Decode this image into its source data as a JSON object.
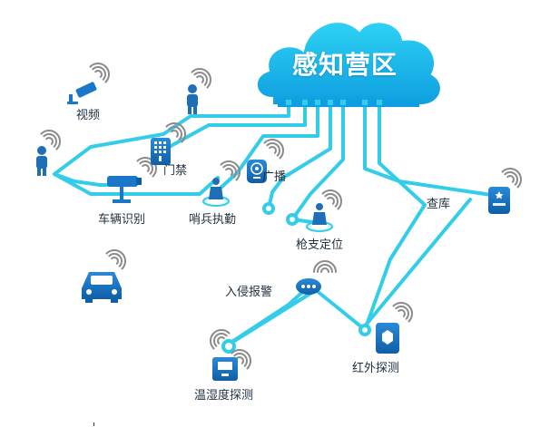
{
  "title": "感知营区",
  "colors": {
    "line": "#33cdea",
    "cloud_top": "#2ed2f4",
    "cloud_bottom": "#0e9fe0",
    "device": "#1b78c9",
    "device_dark": "#0f5ea6",
    "person": "#1e6fb8",
    "wifi": "#8a8a8a",
    "label": "#1f2f3f"
  },
  "nodes": [
    {
      "key": "video",
      "label": "视频",
      "icon": "camera-icon"
    },
    {
      "key": "access",
      "label": "门禁",
      "icon": "keypad-icon"
    },
    {
      "key": "broadcast",
      "label": "广播",
      "icon": "speaker-icon"
    },
    {
      "key": "vehicle_id",
      "label": "车辆识别",
      "icon": "lpr-camera-icon"
    },
    {
      "key": "sentry",
      "label": "哨兵执勤",
      "icon": "sentry-icon"
    },
    {
      "key": "gun",
      "label": "枪支定位",
      "icon": "soldier-icon"
    },
    {
      "key": "armory",
      "label": "查库",
      "icon": "armory-tag-icon"
    },
    {
      "key": "intrusion",
      "label": "入侵报警",
      "icon": "alarm-icon"
    },
    {
      "key": "temp",
      "label": "温湿度探测",
      "icon": "thermometer-icon"
    },
    {
      "key": "infrared",
      "label": "红外探测",
      "icon": "infrared-icon"
    }
  ],
  "car": {
    "icon": "car-icon"
  },
  "people": [
    {
      "icon": "person-icon"
    },
    {
      "icon": "person-icon"
    }
  ]
}
